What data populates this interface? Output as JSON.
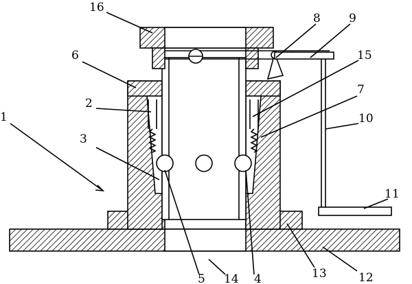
{
  "labels": [
    {
      "id": "1",
      "text": "1"
    },
    {
      "id": "2",
      "text": "2"
    },
    {
      "id": "3",
      "text": "3"
    },
    {
      "id": "4",
      "text": "4"
    },
    {
      "id": "5",
      "text": "5"
    },
    {
      "id": "6",
      "text": "6"
    },
    {
      "id": "7",
      "text": "7"
    },
    {
      "id": "8",
      "text": "8"
    },
    {
      "id": "9",
      "text": "9"
    },
    {
      "id": "10",
      "text": "10"
    },
    {
      "id": "11",
      "text": "11"
    },
    {
      "id": "12",
      "text": "12"
    },
    {
      "id": "13",
      "text": "13"
    },
    {
      "id": "14",
      "text": "14"
    },
    {
      "id": "15",
      "text": "15"
    },
    {
      "id": "16",
      "text": "16"
    }
  ]
}
